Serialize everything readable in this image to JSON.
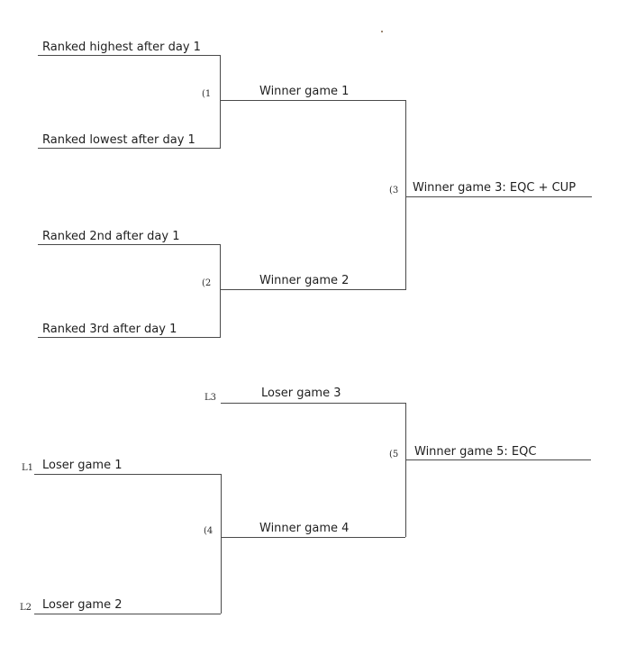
{
  "bracket": {
    "colors": {
      "line": "#4a4a4a",
      "text": "#1f1f1f"
    },
    "upper": {
      "seed_highest": "Ranked highest after day 1",
      "seed_lowest": "Ranked lowest after day 1",
      "seed_2nd": "Ranked 2nd after day 1",
      "seed_3rd": "Ranked 3rd after day 1",
      "game1": {
        "tag": "(1",
        "winner": "Winner game 1"
      },
      "game2": {
        "tag": "(2",
        "winner": "Winner game 2"
      },
      "game3": {
        "tag": "(3",
        "winner": "Winner game 3: EQC + CUP"
      }
    },
    "lower": {
      "loser_game3": {
        "tag": "L3",
        "label": "Loser game 3"
      },
      "loser_game1": {
        "tag": "L1",
        "label": "Loser game 1"
      },
      "loser_game2": {
        "tag": "L2",
        "label": "Loser game 2"
      },
      "game4": {
        "tag": "(4",
        "winner": "Winner game 4"
      },
      "game5": {
        "tag": "(5",
        "winner": "Winner game 5: EQC"
      }
    }
  }
}
